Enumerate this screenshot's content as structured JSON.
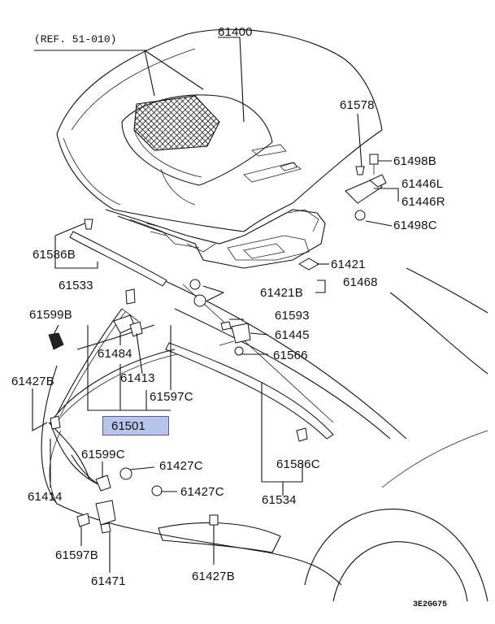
{
  "diagram": {
    "reference": "(REF. 51-010)",
    "diagram_code": "3E2GG75",
    "highlighted_part": "61501",
    "parts": [
      {
        "id": "p61400",
        "label": "61400"
      },
      {
        "id": "p61578",
        "label": "61578"
      },
      {
        "id": "p61498b",
        "label": "61498B"
      },
      {
        "id": "p61446l",
        "label": "61446L"
      },
      {
        "id": "p61446r",
        "label": "61446R"
      },
      {
        "id": "p61498c",
        "label": "61498C"
      },
      {
        "id": "p61586b",
        "label": "61586B"
      },
      {
        "id": "p61533",
        "label": "61533"
      },
      {
        "id": "p61421",
        "label": "61421"
      },
      {
        "id": "p61421b",
        "label": "61421B"
      },
      {
        "id": "p61468",
        "label": "61468"
      },
      {
        "id": "p61599b",
        "label": "61599B"
      },
      {
        "id": "p61593",
        "label": "61593"
      },
      {
        "id": "p61445",
        "label": "61445"
      },
      {
        "id": "p61484",
        "label": "61484"
      },
      {
        "id": "p61566",
        "label": "61566"
      },
      {
        "id": "p61427b_top",
        "label": "61427B"
      },
      {
        "id": "p61413",
        "label": "61413"
      },
      {
        "id": "p61597c",
        "label": "61597C"
      },
      {
        "id": "p61599c",
        "label": "61599C"
      },
      {
        "id": "p61427c_a",
        "label": "61427C"
      },
      {
        "id": "p61427c_b",
        "label": "61427C"
      },
      {
        "id": "p61586c",
        "label": "61586C"
      },
      {
        "id": "p61414",
        "label": "61414"
      },
      {
        "id": "p61534",
        "label": "61534"
      },
      {
        "id": "p61597b",
        "label": "61597B"
      },
      {
        "id": "p61471",
        "label": "61471"
      },
      {
        "id": "p61427b_bottom",
        "label": "61427B"
      }
    ]
  }
}
